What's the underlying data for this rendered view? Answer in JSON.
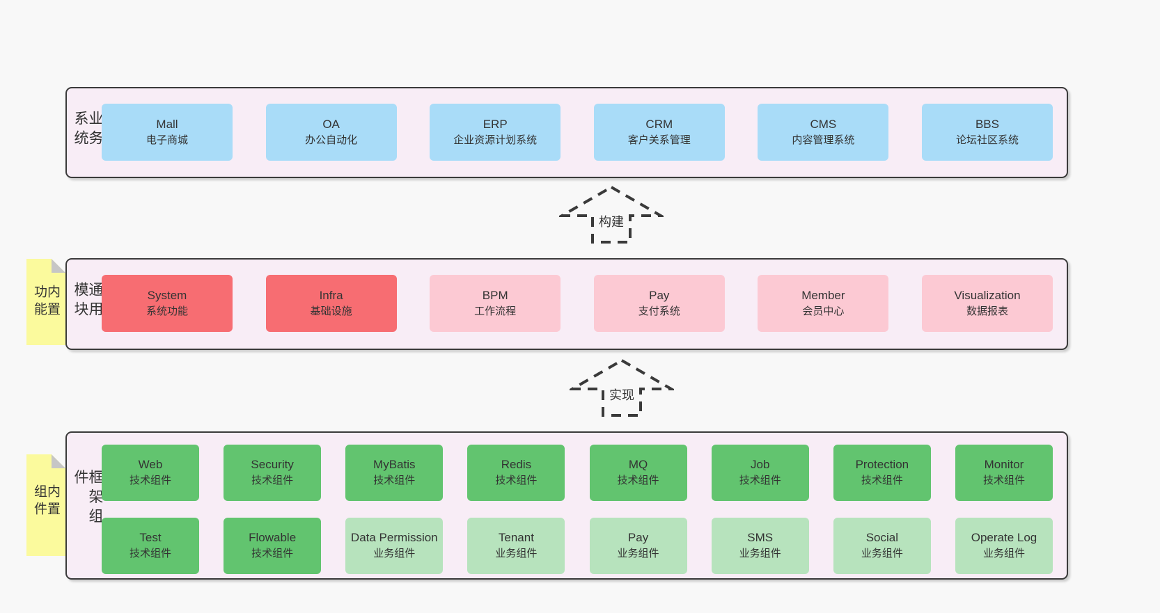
{
  "colors": {
    "page_bg": "#f8f8f8",
    "panel_bg": "#f8edf6",
    "panel_border": "#3a3a3a",
    "blue": "#a9dcf8",
    "red": "#f76d72",
    "pink": "#fcc9d3",
    "green_dark": "#62c46f",
    "green_light": "#b7e3bd",
    "note_yellow": "#fbfa9d",
    "note_fold": "#c6c6c6",
    "text": "#333333"
  },
  "sections": {
    "business": {
      "label": "业务系统",
      "items": [
        {
          "name": "Mall",
          "desc": "电子商城",
          "color": "blue"
        },
        {
          "name": "OA",
          "desc": "办公自动化",
          "color": "blue"
        },
        {
          "name": "ERP",
          "desc": "企业资源计划系统",
          "color": "blue"
        },
        {
          "name": "CRM",
          "desc": "客户关系管理",
          "color": "blue"
        },
        {
          "name": "CMS",
          "desc": "内容管理系统",
          "color": "blue"
        },
        {
          "name": "BBS",
          "desc": "论坛社区系统",
          "color": "blue"
        }
      ]
    },
    "modules": {
      "label": "通用模块",
      "note": "内置功能",
      "items": [
        {
          "name": "System",
          "desc": "系统功能",
          "color": "red"
        },
        {
          "name": "Infra",
          "desc": "基础设施",
          "color": "red"
        },
        {
          "name": "BPM",
          "desc": "工作流程",
          "color": "pink"
        },
        {
          "name": "Pay",
          "desc": "支付系统",
          "color": "pink"
        },
        {
          "name": "Member",
          "desc": "会员中心",
          "color": "pink"
        },
        {
          "name": "Visualization",
          "desc": "数据报表",
          "color": "pink"
        }
      ]
    },
    "components": {
      "label": "框架组件",
      "note": "内置组件",
      "rows": [
        [
          {
            "name": "Web",
            "desc": "技术组件",
            "color": "green_dark"
          },
          {
            "name": "Security",
            "desc": "技术组件",
            "color": "green_dark"
          },
          {
            "name": "MyBatis",
            "desc": "技术组件",
            "color": "green_dark"
          },
          {
            "name": "Redis",
            "desc": "技术组件",
            "color": "green_dark"
          },
          {
            "name": "MQ",
            "desc": "技术组件",
            "color": "green_dark"
          },
          {
            "name": "Job",
            "desc": "技术组件",
            "color": "green_dark"
          },
          {
            "name": "Protection",
            "desc": "技术组件",
            "color": "green_dark"
          },
          {
            "name": "Monitor",
            "desc": "技术组件",
            "color": "green_dark"
          }
        ],
        [
          {
            "name": "Test",
            "desc": "技术组件",
            "color": "green_dark"
          },
          {
            "name": "Flowable",
            "desc": "技术组件",
            "color": "green_dark"
          },
          {
            "name": "Data Permission",
            "desc": "业务组件",
            "color": "green_light"
          },
          {
            "name": "Tenant",
            "desc": "业务组件",
            "color": "green_light"
          },
          {
            "name": "Pay",
            "desc": "业务组件",
            "color": "green_light"
          },
          {
            "name": "SMS",
            "desc": "业务组件",
            "color": "green_light"
          },
          {
            "name": "Social",
            "desc": "业务组件",
            "color": "green_light"
          },
          {
            "name": "Operate Log",
            "desc": "业务组件",
            "color": "green_light"
          }
        ]
      ]
    }
  },
  "arrows": [
    {
      "label": "构建"
    },
    {
      "label": "实现"
    }
  ]
}
